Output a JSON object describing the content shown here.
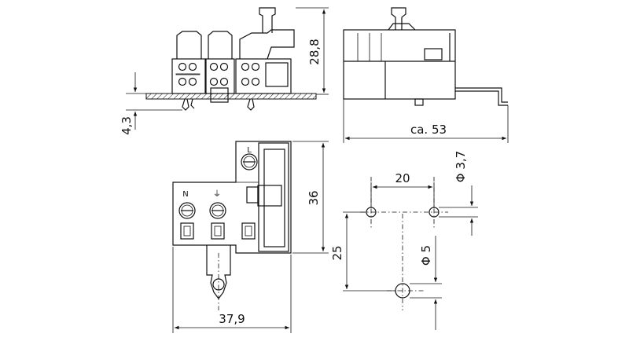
{
  "dimensions": {
    "height_side": "28,8",
    "pcb_offset": "4,3",
    "length_front": "ca. 53",
    "height_top": "36",
    "width_top": "37,9",
    "hole_spacing_x": "20",
    "hole_spacing_y": "25",
    "small_hole_dia": "Φ 3,7",
    "large_hole_dia": "Φ 5"
  },
  "terminal_labels": {
    "neutral": "N",
    "earth": "⏚",
    "live": "L"
  }
}
